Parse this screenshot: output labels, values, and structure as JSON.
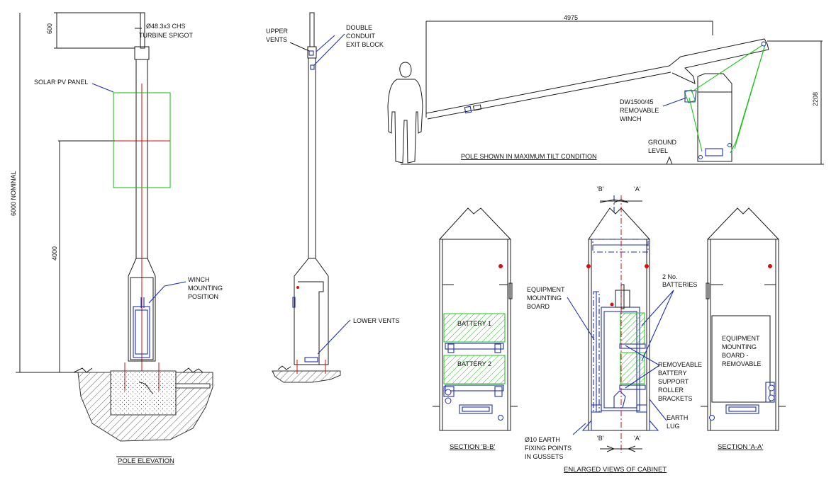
{
  "labels": {
    "dim_600": "600",
    "chs": "Ø48.3x3 CHS",
    "turbine_spigot": "TURBINE SPIGOT",
    "solar_pv_panel": "SOLAR PV PANEL",
    "dim_6000": "6000 NOMINAL",
    "dim_4000": "4000",
    "winch_1": "WINCH",
    "winch_2": "MOUNTING",
    "winch_3": "POSITION",
    "pole_elevation": "POLE ELEVATION",
    "upper_vents_1": "UPPER",
    "upper_vents_2": "VENTS",
    "double_1": "DOUBLE",
    "double_2": "CONDUIT",
    "double_3": "EXIT BLOCK",
    "lower_vents": "LOWER VENTS",
    "dim_4975": "4975",
    "dim_2208": "2208",
    "dw_1": "DW1500/45",
    "dw_2": "REMOVABLE",
    "dw_3": "WINCH",
    "ground_1": "GROUND",
    "ground_2": "LEVEL",
    "max_tilt": "POLE SHOWN IN MAXIMUM TILT CONDITION",
    "b_top": "'B'",
    "a_top": "'A'",
    "b_bot": "'B'",
    "a_bot": "'A'",
    "battery_1": "BATTERY 1",
    "battery_2": "BATTERY 2",
    "emb_1": "EQUIPMENT",
    "emb_2": "MOUNTING",
    "emb_3": "BOARD",
    "two_no_1": "2 No.",
    "two_no_2": "BATTERIES",
    "rem_1": "REMOVEABLE",
    "rem_2": "BATTERY",
    "rem_3": "SUPPORT",
    "rem_4": "ROLLER",
    "rem_5": "BRACKETS",
    "earth_1": "EARTH",
    "earth_2": "LUG",
    "fix_1": "Ø10 EARTH",
    "fix_2": "FIXING POINTS",
    "fix_3": "IN GUSSETS",
    "section_bb": "SECTION 'B-B'",
    "section_aa": "SECTION 'A-A'",
    "enlarged": "ENLARGED VIEWS OF CABINET",
    "eq_1": "EQUIPMENT",
    "eq_2": "MOUNTING",
    "eq_3": "BOARD -",
    "eq_4": "REMOVABLE"
  },
  "colors": {
    "outline": "#1a1a1a",
    "cabinet_detail": "#1f2fb0",
    "pv_panel": "#23c21f",
    "centerline": "#d41010",
    "battery_fill": "#b9efa6"
  }
}
